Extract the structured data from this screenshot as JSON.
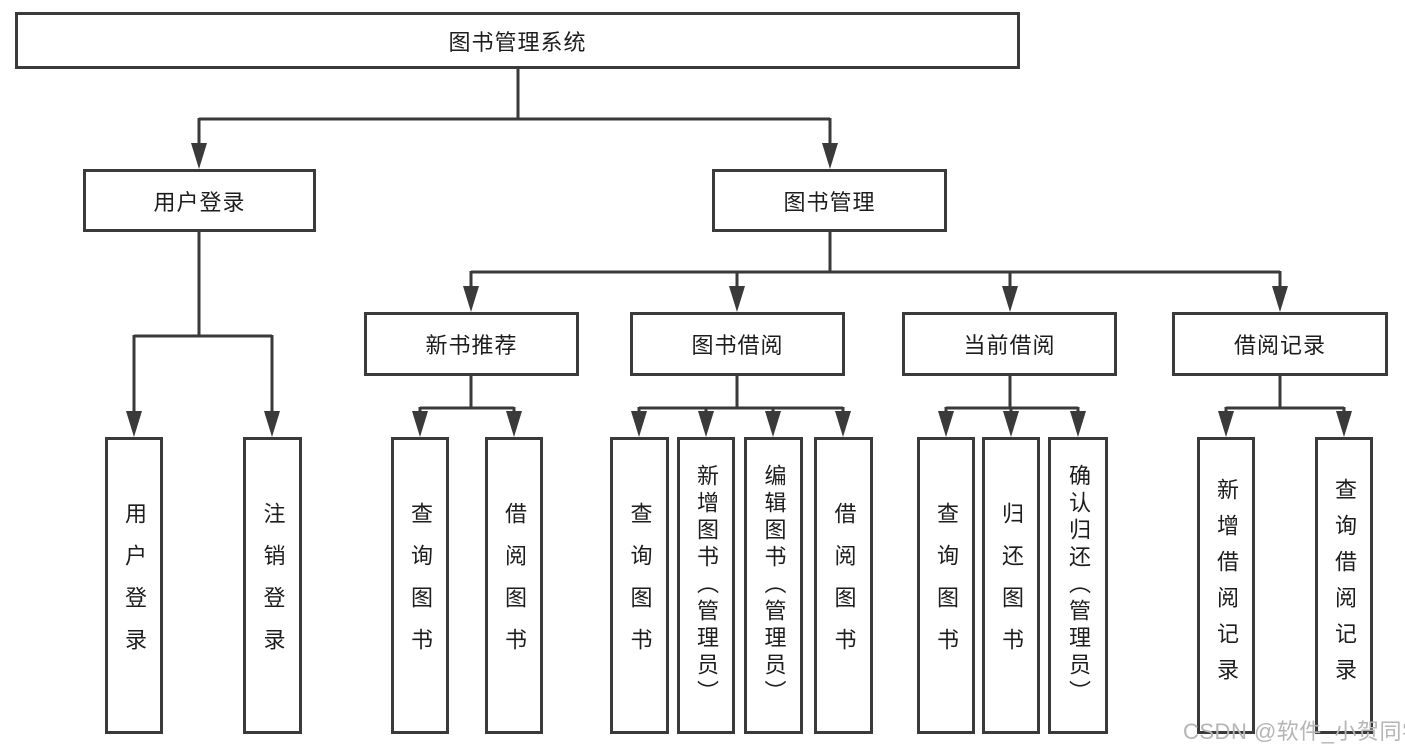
{
  "diagram": {
    "watermark": "CSDN @软件_小贺同学",
    "colors": {
      "line": "#3a3a3a",
      "box_border": "#3a3a3a",
      "text": "#1d1d1d",
      "watermark": "#b5b5b5",
      "background": "#ffffff"
    },
    "tree": {
      "root": "图书管理系统",
      "user_login": {
        "label": "用户登录",
        "children": [
          "用户登录",
          "注销登录"
        ]
      },
      "book_mgmt": {
        "label": "图书管理",
        "groups": [
          {
            "label": "新书推荐",
            "children": [
              "查询图书",
              "借阅图书"
            ]
          },
          {
            "label": "图书借阅",
            "children": [
              "查询图书",
              "新增图书（管理员）",
              "编辑图书（管理员）",
              "借阅图书"
            ]
          },
          {
            "label": "当前借阅",
            "children": [
              "查询图书",
              "归还图书",
              "确认归还（管理员）"
            ]
          },
          {
            "label": "借阅记录",
            "children": [
              "新增借阅记录",
              "查询借阅记录"
            ]
          }
        ]
      }
    }
  }
}
